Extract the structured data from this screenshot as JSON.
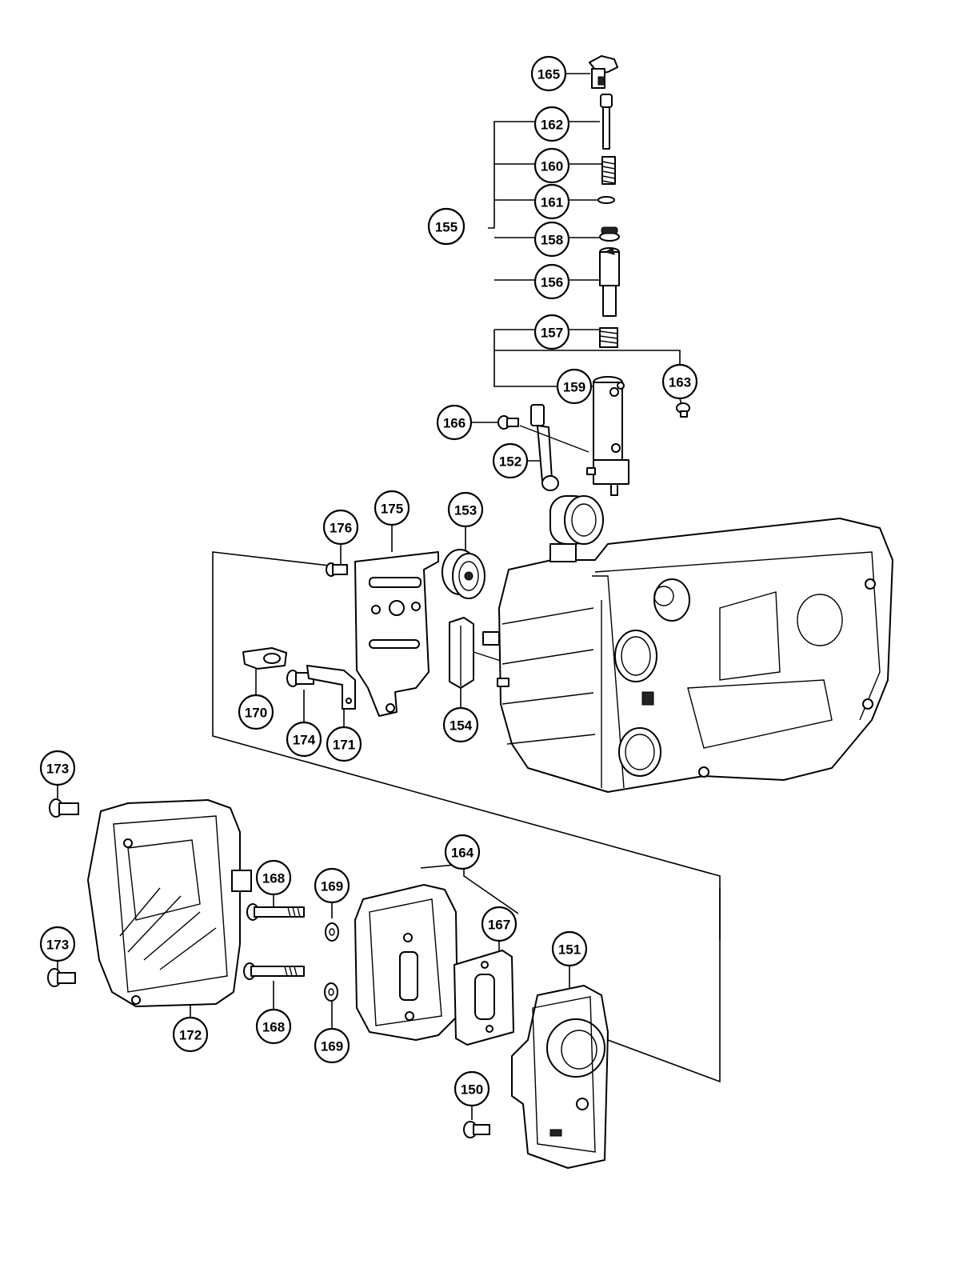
{
  "callouts": [
    {
      "label": "165"
    },
    {
      "label": "162"
    },
    {
      "label": "160"
    },
    {
      "label": "161"
    },
    {
      "label": "155"
    },
    {
      "label": "158"
    },
    {
      "label": "156"
    },
    {
      "label": "157"
    },
    {
      "label": "163"
    },
    {
      "label": "159"
    },
    {
      "label": "166"
    },
    {
      "label": "152"
    },
    {
      "label": "153"
    },
    {
      "label": "175"
    },
    {
      "label": "176"
    },
    {
      "label": "170"
    },
    {
      "label": "174"
    },
    {
      "label": "171"
    },
    {
      "label": "154"
    },
    {
      "label": "173"
    },
    {
      "label": "173"
    },
    {
      "label": "168"
    },
    {
      "label": "169"
    },
    {
      "label": "164"
    },
    {
      "label": "167"
    },
    {
      "label": "151"
    },
    {
      "label": "168"
    },
    {
      "label": "172"
    },
    {
      "label": "169"
    },
    {
      "label": "150"
    }
  ]
}
